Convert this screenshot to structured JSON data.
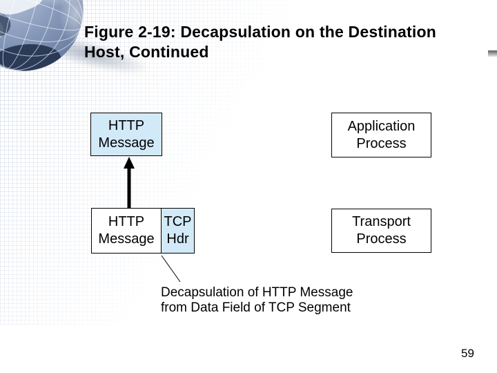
{
  "slide": {
    "title": "Figure 2-19: Decapsulation on the Destination\nHost, Continued",
    "page_number": "59"
  },
  "diagram": {
    "http_message_top": "HTTP\nMessage",
    "application_process": "Application\nProcess",
    "http_message_bottom": "HTTP\nMessage",
    "tcp_hdr": "TCP\nHdr",
    "transport_process": "Transport\nProcess",
    "caption": "Decapsulation of HTTP Message\nfrom Data Field of TCP Segment"
  },
  "icons": {
    "globe_logo": "globe-icon",
    "corner_accent_bar": "gradient-bar",
    "up_arrow": "up-arrow-icon",
    "caption_pointer": "diagonal-pointer-line"
  },
  "colors": {
    "box_fill_blue": "#d2e9f8",
    "box_fill_white": "#ffffff",
    "box_border": "#000000",
    "text": "#000000",
    "background": "#ffffff"
  }
}
